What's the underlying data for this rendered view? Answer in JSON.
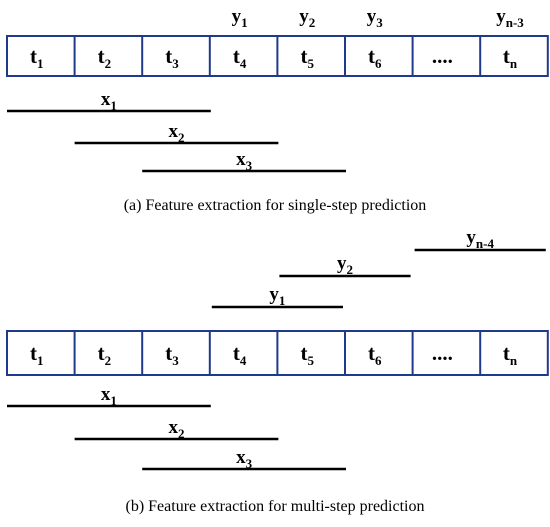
{
  "panel_a": {
    "cells": [
      {
        "t": "t",
        "sub": "1"
      },
      {
        "t": "t",
        "sub": "2"
      },
      {
        "t": "t",
        "sub": "3"
      },
      {
        "t": "t",
        "sub": "4"
      },
      {
        "t": "t",
        "sub": "5"
      },
      {
        "t": "t",
        "sub": "6"
      },
      {
        "t": "....",
        "sub": ""
      },
      {
        "t": "t",
        "sub": "n"
      }
    ],
    "targets": [
      {
        "t": "y",
        "sub": "1",
        "cell": 3
      },
      {
        "t": "y",
        "sub": "2",
        "cell": 4
      },
      {
        "t": "y",
        "sub": "3",
        "cell": 5
      },
      {
        "t": "y",
        "sub": "n-3",
        "cell": 7
      }
    ],
    "windows": [
      {
        "t": "x",
        "sub": "1",
        "start": 0,
        "end": 3
      },
      {
        "t": "x",
        "sub": "2",
        "start": 1,
        "end": 4
      },
      {
        "t": "x",
        "sub": "3",
        "start": 2,
        "end": 5
      }
    ],
    "caption": "(a) Feature extraction for single-step prediction"
  },
  "panel_b": {
    "cells": [
      {
        "t": "t",
        "sub": "1"
      },
      {
        "t": "t",
        "sub": "2"
      },
      {
        "t": "t",
        "sub": "3"
      },
      {
        "t": "t",
        "sub": "4"
      },
      {
        "t": "t",
        "sub": "5"
      },
      {
        "t": "t",
        "sub": "6"
      },
      {
        "t": "....",
        "sub": ""
      },
      {
        "t": "t",
        "sub": "n"
      }
    ],
    "targets": [
      {
        "t": "y",
        "sub": "n-4",
        "start": 6,
        "end": 8
      },
      {
        "t": "y",
        "sub": "2",
        "start": 4,
        "end": 6
      },
      {
        "t": "y",
        "sub": "1",
        "start": 3,
        "end": 5
      }
    ],
    "windows": [
      {
        "t": "x",
        "sub": "1",
        "start": 0,
        "end": 3
      },
      {
        "t": "x",
        "sub": "2",
        "start": 1,
        "end": 4
      },
      {
        "t": "x",
        "sub": "3",
        "start": 2,
        "end": 5
      }
    ],
    "caption": "(b) Feature extraction for multi-step prediction"
  }
}
